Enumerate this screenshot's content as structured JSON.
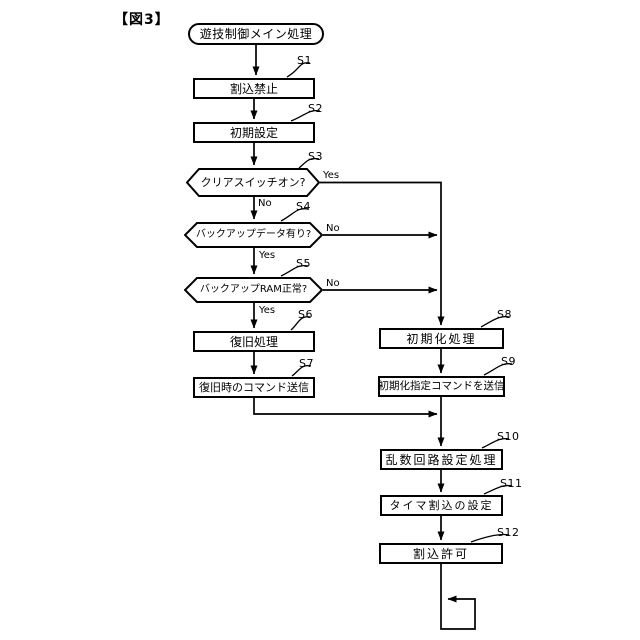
{
  "figure_title": "【図3】",
  "flowchart": {
    "start": {
      "label": "遊技制御メイン処理",
      "shape": "terminal"
    },
    "steps": [
      {
        "id": "S1",
        "label": "割込禁止",
        "shape": "process"
      },
      {
        "id": "S2",
        "label": "初期設定",
        "shape": "process"
      },
      {
        "id": "S3",
        "label": "クリアスイッチオン?",
        "shape": "decision"
      },
      {
        "id": "S4",
        "label": "バックアップデータ有り?",
        "shape": "decision"
      },
      {
        "id": "S5",
        "label": "バックアップRAM正常?",
        "shape": "decision"
      },
      {
        "id": "S6",
        "label": "復旧処理",
        "shape": "process"
      },
      {
        "id": "S7",
        "label": "復旧時のコマンド送信",
        "shape": "process"
      },
      {
        "id": "S8",
        "label": "初期化処理",
        "shape": "process"
      },
      {
        "id": "S9",
        "label": "初期化指定コマンドを送信",
        "shape": "process"
      },
      {
        "id": "S10",
        "label": "乱数回路設定処理",
        "shape": "process"
      },
      {
        "id": "S11",
        "label": "タイマ割込の設定",
        "shape": "process"
      },
      {
        "id": "S12",
        "label": "割込許可",
        "shape": "process"
      }
    ],
    "branch_labels": {
      "yes": "Yes",
      "no": "No"
    },
    "edges": [
      {
        "from": "start",
        "to": "S1"
      },
      {
        "from": "S1",
        "to": "S2"
      },
      {
        "from": "S2",
        "to": "S3"
      },
      {
        "from": "S3",
        "to": "S4",
        "label": "No"
      },
      {
        "from": "S3",
        "to": "S8",
        "label": "Yes"
      },
      {
        "from": "S4",
        "to": "S5",
        "label": "Yes"
      },
      {
        "from": "S4",
        "to": "S8-line",
        "label": "No"
      },
      {
        "from": "S5",
        "to": "S6",
        "label": "Yes"
      },
      {
        "from": "S5",
        "to": "S8-line",
        "label": "No"
      },
      {
        "from": "S6",
        "to": "S7"
      },
      {
        "from": "S7",
        "to": "S10-line"
      },
      {
        "from": "S8",
        "to": "S9"
      },
      {
        "from": "S9",
        "to": "S10"
      },
      {
        "from": "S10",
        "to": "S11"
      },
      {
        "from": "S11",
        "to": "S12"
      },
      {
        "from": "S12",
        "to": "loop-back"
      }
    ],
    "colors": {
      "line": "#000000",
      "background": "#ffffff"
    }
  }
}
